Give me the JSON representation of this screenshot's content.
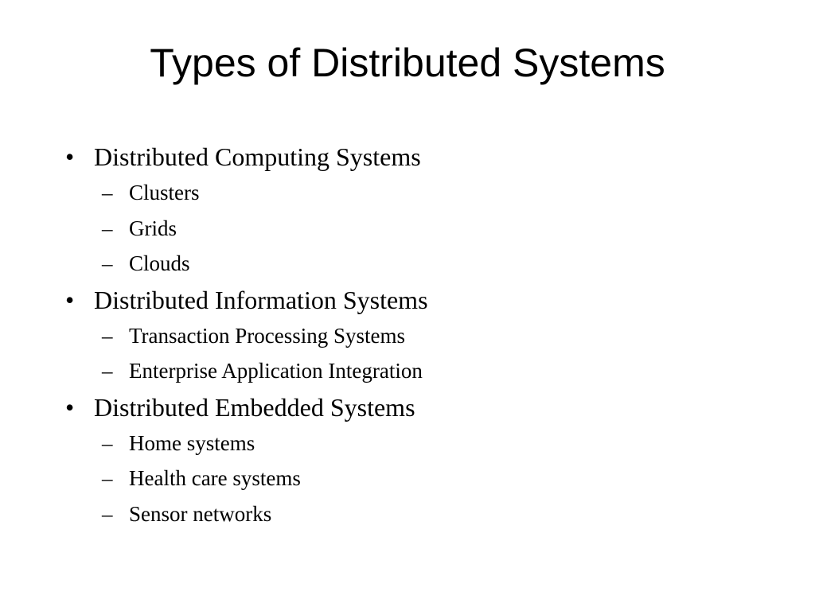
{
  "slide": {
    "title": "Types of Distributed Systems",
    "bullet_marker": "•",
    "sub_marker": "–",
    "sections": [
      {
        "label": "Distributed Computing Systems",
        "items": [
          "Clusters",
          "Grids",
          "Clouds"
        ]
      },
      {
        "label": "Distributed Information Systems",
        "items": [
          "Transaction Processing Systems",
          "Enterprise Application Integration"
        ]
      },
      {
        "label": "Distributed Embedded Systems",
        "items": [
          "Home systems",
          "Health care systems",
          "Sensor networks"
        ]
      }
    ]
  }
}
